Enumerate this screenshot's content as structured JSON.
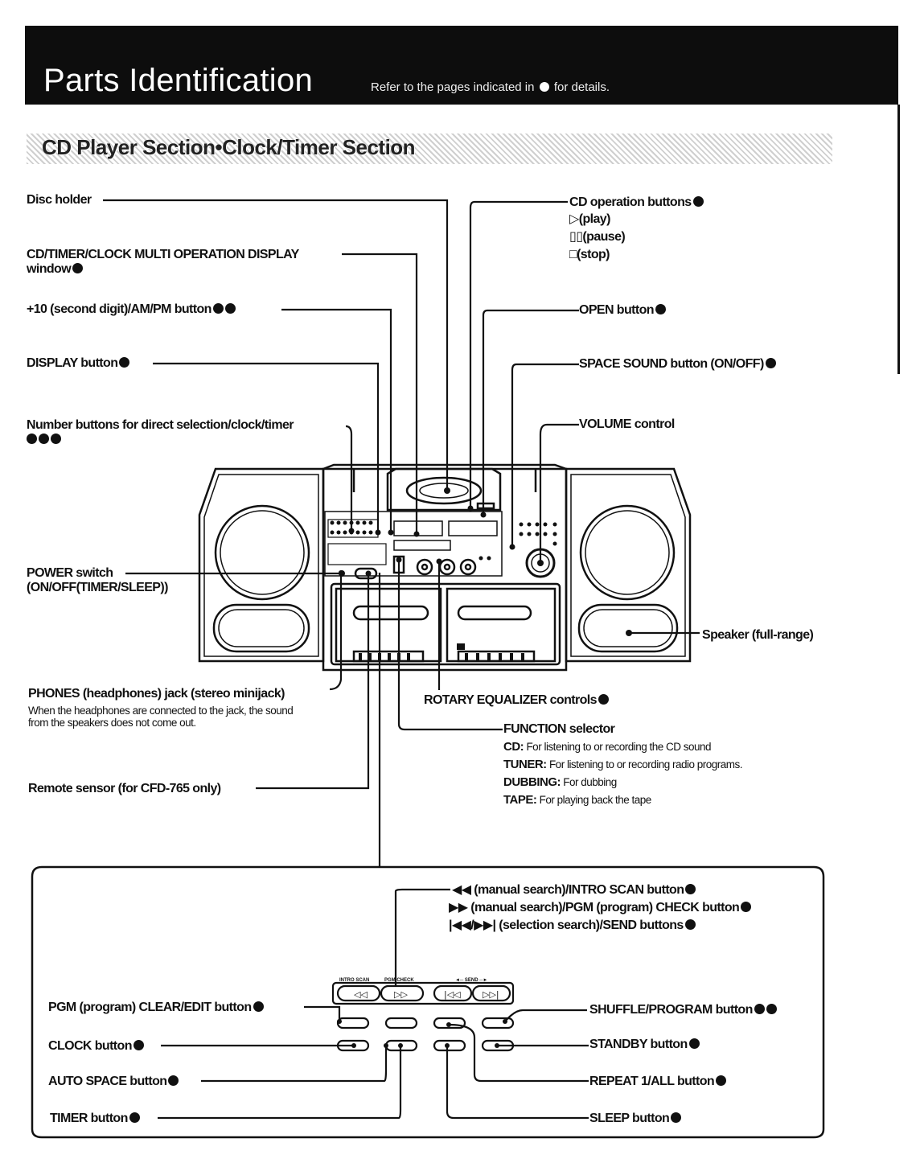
{
  "header": {
    "title": "Parts Identification",
    "subtitle_before": "Refer to the pages indicated in",
    "subtitle_after": "for details."
  },
  "section_title": "CD Player Section•Clock/Timer Section",
  "labels": {
    "disc_holder": "Disc holder",
    "display_window_1": "CD/TIMER/CLOCK MULTI OPERATION DISPLAY",
    "display_window_2": "window",
    "plus10_button": "+10 (second digit)/AM/PM button",
    "display_button": "DISPLAY button",
    "number_buttons": "Number buttons for direct selection/clock/timer",
    "power_switch_1": "POWER switch",
    "power_switch_2": "(ON/OFF(TIMER/SLEEP))",
    "phones_jack": "PHONES (headphones) jack (stereo minijack)",
    "phones_note_1": "When the headphones are connected to the jack, the sound",
    "phones_note_2": "from the speakers does not come out.",
    "remote_sensor": "Remote sensor (for CFD-765 only)",
    "cd_operation": "CD operation buttons",
    "play": "(play)",
    "pause": "(pause)",
    "stop": "(stop)",
    "open_button": "OPEN button",
    "space_sound": "SPACE SOUND button (ON/OFF)",
    "volume": "VOLUME control",
    "speaker": "Speaker (full-range)",
    "rotary_eq": "ROTARY EQUALIZER controls",
    "function_selector": "FUNCTION selector",
    "cd_key": "CD:",
    "cd_desc": "For listening to or recording the CD sound",
    "tuner_key": "TUNER:",
    "tuner_desc": "For listening to or recording radio programs.",
    "dubbing_key": "DUBBING:",
    "dubbing_desc": "For dubbing",
    "tape_key": "TAPE:",
    "tape_desc": "For playing back the tape"
  },
  "panel": {
    "intro_scan": "(manual search)/INTRO SCAN button",
    "pgm_check": "(manual search)/PGM (program) CHECK button",
    "send": "(selection search)/SEND buttons",
    "pgm_clear": "PGM (program) CLEAR/EDIT button",
    "clock": "CLOCK button",
    "auto_space": "AUTO SPACE button",
    "timer": "TIMER button",
    "shuffle": "SHUFFLE/PROGRAM button",
    "standby": "STANDBY button",
    "repeat": "REPEAT 1/ALL button",
    "sleep": "SLEEP button"
  }
}
